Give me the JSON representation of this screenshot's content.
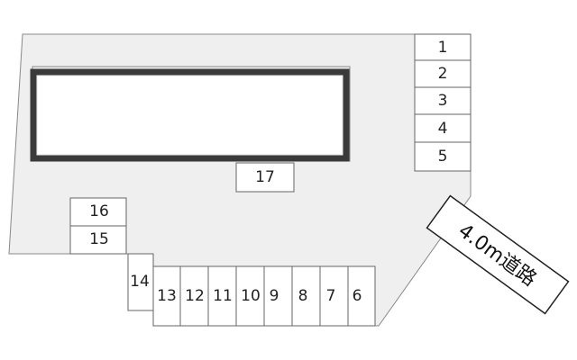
{
  "colors": {
    "lot_fill": "#efefef",
    "outline": "#888888",
    "building_wall": "#3a3a3a",
    "slot_fill": "#ffffff",
    "slot_stroke": "#666666",
    "road_stroke": "#222222"
  },
  "road": {
    "label": "4.0m道路"
  },
  "slots": [
    {
      "id": "slot-1",
      "label": "1"
    },
    {
      "id": "slot-2",
      "label": "2"
    },
    {
      "id": "slot-3",
      "label": "3"
    },
    {
      "id": "slot-4",
      "label": "4"
    },
    {
      "id": "slot-5",
      "label": "5"
    },
    {
      "id": "slot-6",
      "label": "6"
    },
    {
      "id": "slot-7",
      "label": "7"
    },
    {
      "id": "slot-8",
      "label": "8"
    },
    {
      "id": "slot-9",
      "label": "9"
    },
    {
      "id": "slot-10",
      "label": "10"
    },
    {
      "id": "slot-11",
      "label": "11"
    },
    {
      "id": "slot-12",
      "label": "12"
    },
    {
      "id": "slot-13",
      "label": "13"
    },
    {
      "id": "slot-14",
      "label": "14"
    },
    {
      "id": "slot-15",
      "label": "15"
    },
    {
      "id": "slot-16",
      "label": "16"
    },
    {
      "id": "slot-17",
      "label": "17"
    }
  ]
}
